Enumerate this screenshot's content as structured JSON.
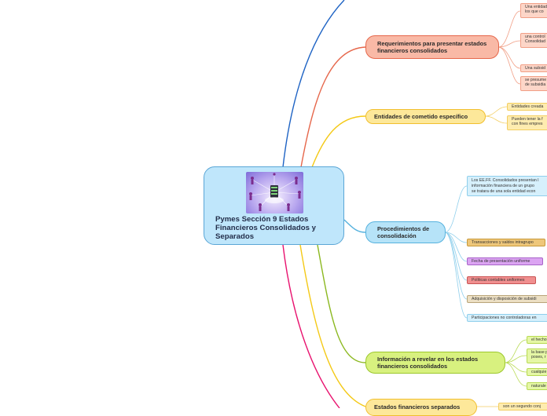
{
  "central": {
    "title": "Pymes Sección 9 Estados Financieros Consolidados y Separados",
    "image": "network-server-people-illustration"
  },
  "branches": [
    {
      "id": "requerimientos",
      "label": "Requerimientos para presentar estados financieros consolidados",
      "color": "#e6674b",
      "leaves": [
        "Una entidad\nlos que co",
        "una control\nConsolidad",
        "Una subsid",
        "se presume\nde subsidia"
      ]
    },
    {
      "id": "cometido",
      "label": "Entidades de cometido específico",
      "color": "#f1bf2e",
      "leaves": [
        "Entidades creada",
        "Pueden tener la f\ncon fines empres"
      ]
    },
    {
      "id": "procedimientos",
      "label": "Procedimientos de consolidación",
      "color": "#56b2de",
      "leaves": [
        "Los EE.FF. Consolidados presentan l\ninformación financiera de un grupo\nse tratara de una sola entidad econ",
        "Transacciones y saldos intragrupo",
        "Fecha de presentación uniforme",
        "Políticas contables uniformes",
        "Adquisición y disposición de subsidi",
        "Participaciones no controladoras en"
      ]
    },
    {
      "id": "revelar",
      "label": "Información a revelar en los estados financieros consolidados",
      "color": "#9cc72c",
      "leaves": [
        "el hecho",
        "la base p\nposes, r",
        "cualquie",
        "naturale"
      ]
    },
    {
      "id": "separados",
      "label": "Estados financieros separados",
      "color": "#f1bf2e",
      "leaves": [
        "son un segundo conj"
      ]
    }
  ],
  "colors": {
    "blue_top": "#1e63c4",
    "orange": "#e6674b",
    "yellow": "#f4c916",
    "green": "#8bb81f",
    "blue": "#56b2de",
    "pink": "#e8136f"
  }
}
